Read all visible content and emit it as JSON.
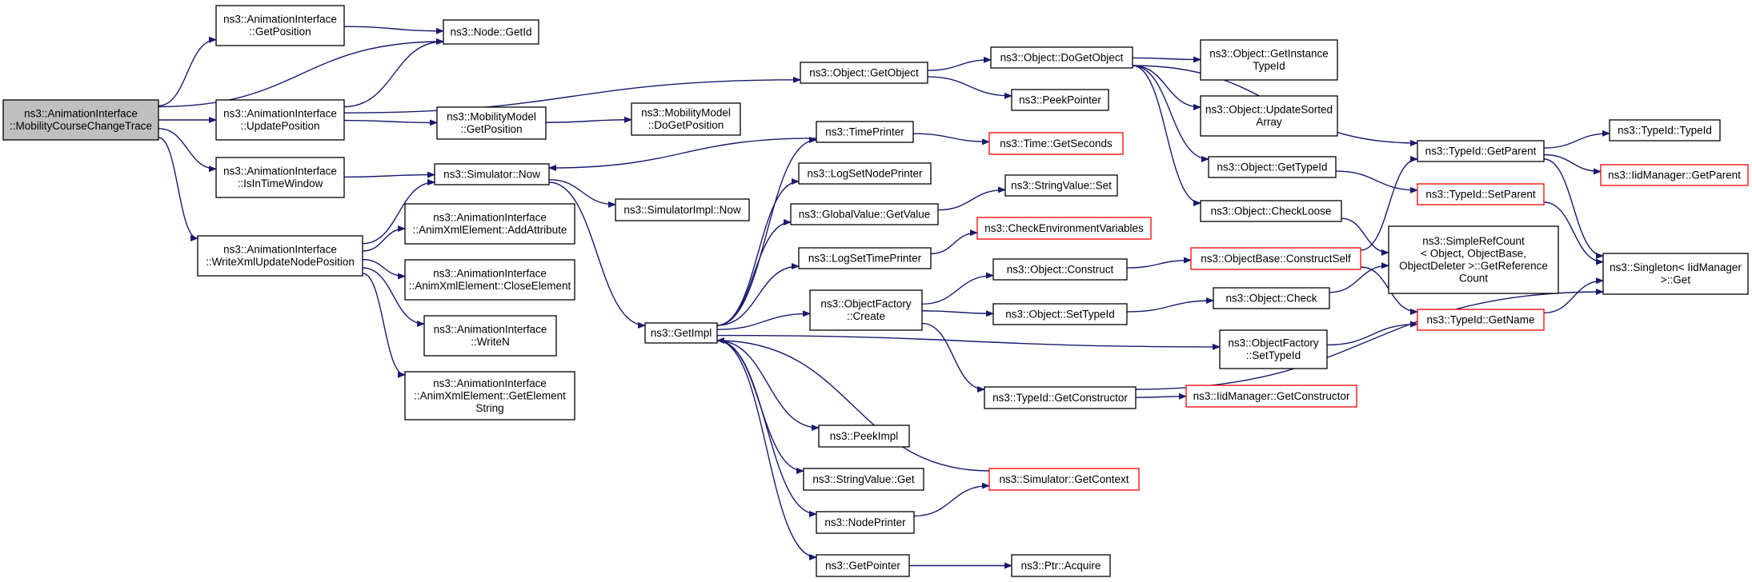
{
  "colors": {
    "edge": "#191970",
    "box_border": "#000000",
    "truncated_border": "#ff0000",
    "root_fill": "#bfbfbf",
    "box_fill": "#ffffff"
  },
  "nodes": [
    {
      "id": "root",
      "lines": [
        "ns3::AnimationInterface",
        "::MobilityCourseChangeTrace"
      ],
      "style": "root"
    },
    {
      "id": "ai_getposition",
      "lines": [
        "ns3::AnimationInterface",
        "::GetPosition"
      ],
      "style": "normal"
    },
    {
      "id": "node_getid",
      "lines": [
        "ns3::Node::GetId"
      ],
      "style": "normal"
    },
    {
      "id": "ai_updateposition",
      "lines": [
        "ns3::AnimationInterface",
        "::UpdatePosition"
      ],
      "style": "normal"
    },
    {
      "id": "ai_isintimewindow",
      "lines": [
        "ns3::AnimationInterface",
        "::IsInTimeWindow"
      ],
      "style": "normal"
    },
    {
      "id": "ai_writexml",
      "lines": [
        "ns3::AnimationInterface",
        "::WriteXmlUpdateNodePosition"
      ],
      "style": "normal"
    },
    {
      "id": "mm_getposition",
      "lines": [
        "ns3::MobilityModel",
        "::GetPosition"
      ],
      "style": "normal"
    },
    {
      "id": "mm_dogetposition",
      "lines": [
        "ns3::MobilityModel",
        "::DoGetPosition"
      ],
      "style": "normal"
    },
    {
      "id": "sim_now",
      "lines": [
        "ns3::Simulator::Now"
      ],
      "style": "normal"
    },
    {
      "id": "axe_addattr",
      "lines": [
        "ns3::AnimationInterface",
        "::AnimXmlElement::AddAttribute"
      ],
      "style": "normal"
    },
    {
      "id": "axe_close",
      "lines": [
        "ns3::AnimationInterface",
        "::AnimXmlElement::CloseElement"
      ],
      "style": "normal"
    },
    {
      "id": "ai_writen",
      "lines": [
        "ns3::AnimationInterface",
        "::WriteN"
      ],
      "style": "normal"
    },
    {
      "id": "axe_getstr",
      "lines": [
        "ns3::AnimationInterface",
        "::AnimXmlElement::GetElement",
        "String"
      ],
      "style": "normal"
    },
    {
      "id": "simimpl_now",
      "lines": [
        "ns3::SimulatorImpl::Now"
      ],
      "style": "normal"
    },
    {
      "id": "getimpl",
      "lines": [
        "ns3::GetImpl"
      ],
      "style": "normal"
    },
    {
      "id": "obj_getobject",
      "lines": [
        "ns3::Object::GetObject"
      ],
      "style": "normal"
    },
    {
      "id": "obj_dogetobject",
      "lines": [
        "ns3::Object::DoGetObject"
      ],
      "style": "normal"
    },
    {
      "id": "peekpointer",
      "lines": [
        "ns3::PeekPointer"
      ],
      "style": "normal"
    },
    {
      "id": "timeprinter",
      "lines": [
        "ns3::TimePrinter"
      ],
      "style": "normal"
    },
    {
      "id": "time_getseconds",
      "lines": [
        "ns3::Time::GetSeconds"
      ],
      "style": "truncated"
    },
    {
      "id": "logsetnodeprinter",
      "lines": [
        "ns3::LogSetNodePrinter"
      ],
      "style": "normal"
    },
    {
      "id": "gv_getvalue",
      "lines": [
        "ns3::GlobalValue::GetValue"
      ],
      "style": "normal"
    },
    {
      "id": "sv_set",
      "lines": [
        "ns3::StringValue::Set"
      ],
      "style": "normal"
    },
    {
      "id": "logsettimeprinter",
      "lines": [
        "ns3::LogSetTimePrinter"
      ],
      "style": "normal"
    },
    {
      "id": "checkenv",
      "lines": [
        "ns3::CheckEnvironmentVariables"
      ],
      "style": "truncated"
    },
    {
      "id": "of_create",
      "lines": [
        "ns3::ObjectFactory",
        "::Create"
      ],
      "style": "normal"
    },
    {
      "id": "obj_construct",
      "lines": [
        "ns3::Object::Construct"
      ],
      "style": "normal"
    },
    {
      "id": "obj_settypeid",
      "lines": [
        "ns3::Object::SetTypeId"
      ],
      "style": "normal"
    },
    {
      "id": "ob_constructself",
      "lines": [
        "ns3::ObjectBase::ConstructSelf"
      ],
      "style": "truncated"
    },
    {
      "id": "obj_check",
      "lines": [
        "ns3::Object::Check"
      ],
      "style": "normal"
    },
    {
      "id": "of_settypeid",
      "lines": [
        "ns3::ObjectFactory",
        "::SetTypeId"
      ],
      "style": "normal"
    },
    {
      "id": "tid_getconstructor",
      "lines": [
        "ns3::TypeId::GetConstructor"
      ],
      "style": "normal"
    },
    {
      "id": "iidm_getconstructor",
      "lines": [
        "ns3::IidManager::GetConstructor"
      ],
      "style": "truncated"
    },
    {
      "id": "peekimpl",
      "lines": [
        "ns3::PeekImpl"
      ],
      "style": "normal"
    },
    {
      "id": "sv_get",
      "lines": [
        "ns3::StringValue::Get"
      ],
      "style": "normal"
    },
    {
      "id": "sim_getcontext",
      "lines": [
        "ns3::Simulator::GetContext"
      ],
      "style": "truncated"
    },
    {
      "id": "nodeprinter",
      "lines": [
        "ns3::NodePrinter"
      ],
      "style": "normal"
    },
    {
      "id": "getpointer",
      "lines": [
        "ns3::GetPointer"
      ],
      "style": "normal"
    },
    {
      "id": "ptr_acquire",
      "lines": [
        "ns3::Ptr::Acquire"
      ],
      "style": "normal"
    },
    {
      "id": "obj_getinstancetypeid",
      "lines": [
        "ns3::Object::GetInstance",
        "TypeId"
      ],
      "style": "normal"
    },
    {
      "id": "obj_updatesorted",
      "lines": [
        "ns3::Object::UpdateSorted",
        "Array"
      ],
      "style": "normal"
    },
    {
      "id": "obj_gettypeid",
      "lines": [
        "ns3::Object::GetTypeId"
      ],
      "style": "normal"
    },
    {
      "id": "obj_checkloose",
      "lines": [
        "ns3::Object::CheckLoose"
      ],
      "style": "normal"
    },
    {
      "id": "simplerefcount",
      "lines": [
        "ns3::SimpleRefCount",
        "< Object, ObjectBase,",
        "ObjectDeleter >::GetReference",
        "Count"
      ],
      "style": "normal"
    },
    {
      "id": "tid_getparent",
      "lines": [
        "ns3::TypeId::GetParent"
      ],
      "style": "normal"
    },
    {
      "id": "tid_setparent",
      "lines": [
        "ns3::TypeId::SetParent"
      ],
      "style": "truncated"
    },
    {
      "id": "tid_getname",
      "lines": [
        "ns3::TypeId::GetName"
      ],
      "style": "truncated"
    },
    {
      "id": "tid_typeid",
      "lines": [
        "ns3::TypeId::TypeId"
      ],
      "style": "normal"
    },
    {
      "id": "iidm_getparent",
      "lines": [
        "ns3::IidManager::GetParent"
      ],
      "style": "truncated"
    },
    {
      "id": "singleton_get",
      "lines": [
        "ns3::Singleton< IidManager",
        ">::Get"
      ],
      "style": "normal"
    }
  ],
  "edges": [
    [
      "root",
      "ai_getposition"
    ],
    [
      "root",
      "node_getid"
    ],
    [
      "root",
      "ai_updateposition"
    ],
    [
      "root",
      "ai_isintimewindow"
    ],
    [
      "root",
      "ai_writexml"
    ],
    [
      "ai_getposition",
      "node_getid"
    ],
    [
      "ai_updateposition",
      "node_getid"
    ],
    [
      "ai_updateposition",
      "obj_getobject"
    ],
    [
      "ai_updateposition",
      "mm_getposition"
    ],
    [
      "mm_getposition",
      "mm_dogetposition"
    ],
    [
      "ai_isintimewindow",
      "sim_now"
    ],
    [
      "ai_writexml",
      "sim_now"
    ],
    [
      "ai_writexml",
      "axe_addattr"
    ],
    [
      "ai_writexml",
      "axe_close"
    ],
    [
      "ai_writexml",
      "ai_writen"
    ],
    [
      "ai_writexml",
      "axe_getstr"
    ],
    [
      "sim_now",
      "simimpl_now"
    ],
    [
      "sim_now",
      "getimpl"
    ],
    [
      "timeprinter",
      "sim_now"
    ],
    [
      "obj_getobject",
      "obj_dogetobject"
    ],
    [
      "obj_getobject",
      "peekpointer"
    ],
    [
      "obj_dogetobject",
      "obj_getinstancetypeid"
    ],
    [
      "obj_dogetobject",
      "obj_updatesorted"
    ],
    [
      "obj_dogetobject",
      "obj_gettypeid"
    ],
    [
      "obj_dogetobject",
      "obj_checkloose"
    ],
    [
      "obj_dogetobject",
      "tid_getparent"
    ],
    [
      "getimpl",
      "timeprinter"
    ],
    [
      "getimpl",
      "logsetnodeprinter"
    ],
    [
      "getimpl",
      "gv_getvalue"
    ],
    [
      "getimpl",
      "logsettimeprinter"
    ],
    [
      "getimpl",
      "of_create"
    ],
    [
      "getimpl",
      "of_settypeid"
    ],
    [
      "getimpl",
      "peekimpl"
    ],
    [
      "getimpl",
      "sv_get"
    ],
    [
      "getimpl",
      "nodeprinter"
    ],
    [
      "getimpl",
      "getpointer"
    ],
    [
      "sim_getcontext",
      "getimpl"
    ],
    [
      "timeprinter",
      "time_getseconds"
    ],
    [
      "gv_getvalue",
      "sv_set"
    ],
    [
      "logsettimeprinter",
      "checkenv"
    ],
    [
      "of_create",
      "obj_construct"
    ],
    [
      "of_create",
      "obj_settypeid"
    ],
    [
      "of_create",
      "tid_getconstructor"
    ],
    [
      "obj_construct",
      "ob_constructself"
    ],
    [
      "obj_settypeid",
      "obj_check"
    ],
    [
      "obj_check",
      "simplerefcount"
    ],
    [
      "obj_checkloose",
      "simplerefcount"
    ],
    [
      "ob_constructself",
      "tid_getparent"
    ],
    [
      "ob_constructself",
      "tid_getname"
    ],
    [
      "of_settypeid",
      "tid_getname"
    ],
    [
      "tid_getconstructor",
      "iidm_getconstructor"
    ],
    [
      "tid_getconstructor",
      "singleton_get"
    ],
    [
      "nodeprinter",
      "sim_getcontext"
    ],
    [
      "getpointer",
      "ptr_acquire"
    ],
    [
      "obj_gettypeid",
      "tid_setparent"
    ],
    [
      "tid_getparent",
      "tid_typeid"
    ],
    [
      "tid_getparent",
      "iidm_getparent"
    ],
    [
      "tid_getparent",
      "singleton_get"
    ],
    [
      "tid_setparent",
      "singleton_get"
    ],
    [
      "tid_getname",
      "singleton_get"
    ]
  ]
}
